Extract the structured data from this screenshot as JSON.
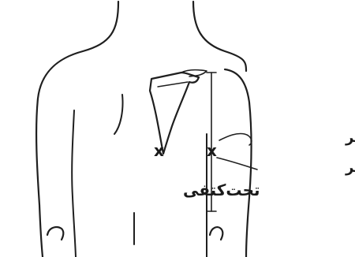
{
  "labels": {
    "biceps": "عضله دوسر",
    "triceps": "عضله سه‌سر",
    "subscapular": "تحت‌کتفی"
  },
  "marks": {
    "cross": "x"
  },
  "colors": {
    "line": "#1f1f1f",
    "background": "#ffffff"
  }
}
